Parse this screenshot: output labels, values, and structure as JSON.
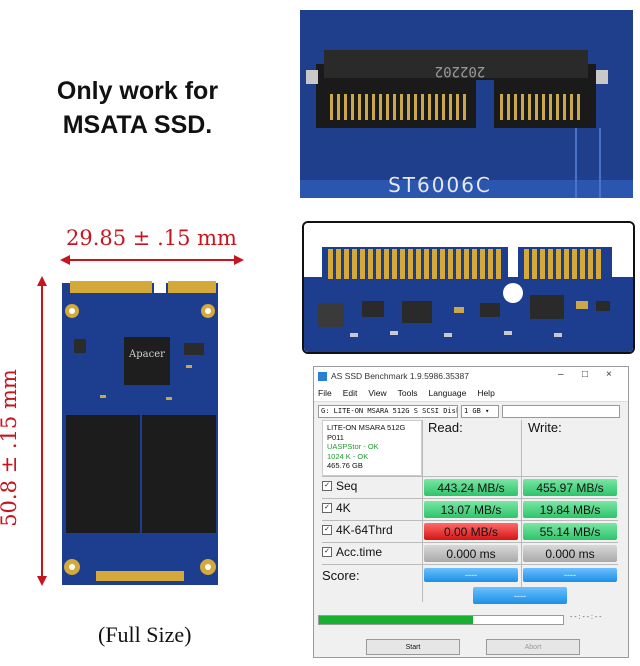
{
  "headline": {
    "line1": "Only work for",
    "line2": "MSATA SSD."
  },
  "dimensions": {
    "width": "29.85 ± .15 mm",
    "height": "50.8 ± .15 mm"
  },
  "caption": "(Full Size)",
  "connector_label": "ST6006C",
  "connector_marking": "202202",
  "card_brand": "Apacer",
  "benchmark": {
    "title": "AS SSD Benchmark 1.9.5986.35387",
    "window_controls": [
      "–",
      "□",
      "×"
    ],
    "menu": [
      "File",
      "Edit",
      "View",
      "Tools",
      "Language",
      "Help"
    ],
    "drive_select": "G: LITE-ON MSARA 512G S SCSI Disk",
    "size_select": "1 GB",
    "info": {
      "model": "LITE-ON MSARA 512G",
      "firmware": "P011",
      "driver": "UASPStor - OK",
      "align": "1024 K - OK",
      "capacity": "465.76 GB"
    },
    "read_header": "Read:",
    "write_header": "Write:",
    "rows": [
      {
        "label": "Seq",
        "read": "443.24 MB/s",
        "write": "455.97 MB/s"
      },
      {
        "label": "4K",
        "read": "13.07 MB/s",
        "write": "19.84 MB/s"
      },
      {
        "label": "4K-64Thrd",
        "read": "0.00 MB/s",
        "write": "55.14 MB/s"
      },
      {
        "label": "Acc.time",
        "read": "0.000 ms",
        "write": "0.000 ms"
      }
    ],
    "score_label": "Score:",
    "score_read": "----",
    "score_write": "----",
    "score_total": "----",
    "progress": 0.63,
    "progress_text": "- - : - - : - -",
    "start_button": "Start",
    "abort_button": "Abort",
    "colors": {
      "green": "#2dc46b",
      "red": "#d41515",
      "gray": "#a9a9a9",
      "blue": "#1c8fe6"
    }
  }
}
